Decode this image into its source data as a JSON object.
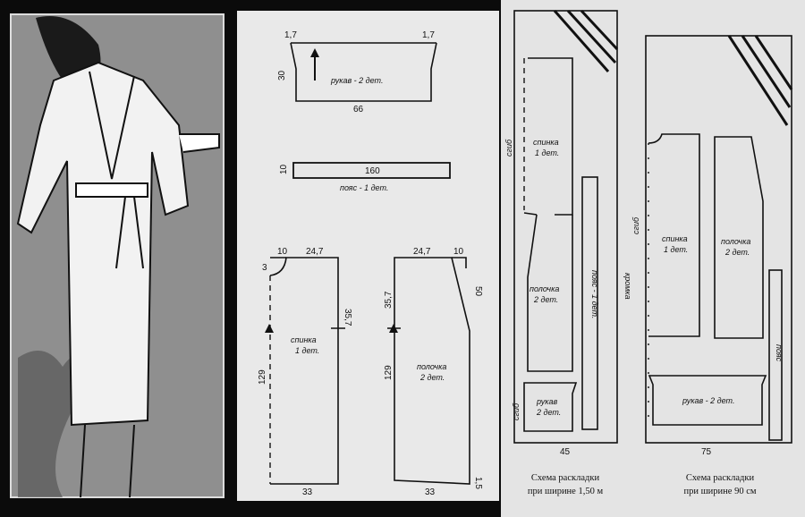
{
  "pattern": {
    "sleeve": {
      "label": "рукав - 2 дет.",
      "height": "30",
      "width": "66",
      "ease_left": "1,7",
      "ease_right": "1,7"
    },
    "belt": {
      "label": "пояс - 1 дет.",
      "height": "10",
      "length": "160"
    },
    "back": {
      "label_1": "спинка",
      "label_2": "1 дет.",
      "neck_width": "10",
      "shoulder": "24,7",
      "neck_depth": "3",
      "armhole": "35,7",
      "length": "129",
      "hem": "33"
    },
    "front": {
      "label_1": "полочка",
      "label_2": "2 дет.",
      "shoulder": "24,7",
      "neck_width": "10",
      "armhole": "35,7",
      "neck_depth": "50",
      "length": "129",
      "hem": "33",
      "hem_rise": "1,5"
    }
  },
  "layout_150": {
    "fold": "сгиб",
    "back_1": "спинка",
    "back_2": "1 дет.",
    "front_1": "полочка",
    "front_2": "2 дет.",
    "belt": "пояс - 1 дет.",
    "sleeve_1": "рукав",
    "sleeve_2": "2 дет.",
    "sleeve_fold": "сгиб",
    "width": "45",
    "caption_1": "Схема раскладки",
    "caption_2": "при ширине 1,50 м"
  },
  "layout_90": {
    "fold": "сгиб",
    "selvage": "кромка",
    "back_1": "спинка",
    "back_2": "1 дет.",
    "front_1": "полочка",
    "front_2": "2 дет.",
    "belt": "пояс",
    "sleeve": "рукав - 2 дет.",
    "width": "75",
    "caption_1": "Схема раскладки",
    "caption_2": "при ширине 90 см"
  }
}
